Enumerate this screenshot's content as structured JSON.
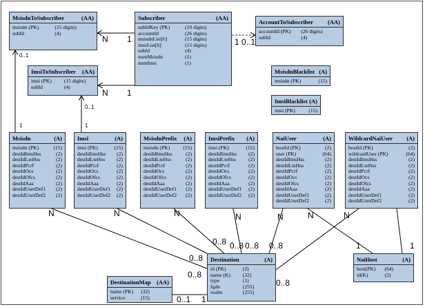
{
  "entities": {
    "msisdnToSubscriber": {
      "name": "MsisdnToSubscriber",
      "tag": "(AA)",
      "fields": [
        [
          "msisdn (PK)",
          "(15 digits)"
        ],
        [
          "subId",
          "(4)"
        ]
      ]
    },
    "subscriber": {
      "name": "Subscriber",
      "tag": "(AA)",
      "fields": [
        [
          "subIdKey (PK)",
          "(10 digits)"
        ],
        [
          "accountId",
          "(26 digits)"
        ],
        [
          "msisdnList[6]",
          "(15 digits)"
        ],
        [
          "imsiList[6]",
          "(15 digits)"
        ],
        [
          "subId",
          "(4)"
        ],
        [
          "numMsisdn",
          "(1)"
        ],
        [
          "numImsi",
          "(1)"
        ]
      ]
    },
    "accountToSubscriber": {
      "name": "AccountToSubscriber",
      "tag": "(AA)",
      "fields": [
        [
          "accountId (PK)",
          "(26 digits)"
        ],
        [
          "subId",
          "(4)"
        ]
      ]
    },
    "imsiToSubscriber": {
      "name": "ImsiToSubscriber",
      "tag": "(AA)",
      "fields": [
        [
          "imsi (PK)",
          "(15 digits)"
        ],
        [
          "subId",
          "(4)"
        ]
      ]
    },
    "msisdnBlacklist": {
      "name": "MsisdnBlacklist",
      "tag": "(A)",
      "fields": [
        [
          "msisdn (PK)",
          "(15)"
        ]
      ]
    },
    "imsiBlacklist": {
      "name": "ImsiBlacklist",
      "tag": "(A)",
      "fields": [
        [
          "imsi (PK)",
          "(15)"
        ]
      ]
    },
    "msisdn": {
      "name": "Msisdn",
      "tag": "(A)",
      "fields": [
        [
          "msisdn (PK)",
          "(15)"
        ],
        [
          "destIdImsHss",
          "(2)"
        ],
        [
          "destIdLteHss",
          "(2)"
        ],
        [
          "destIdPcrf",
          "(2)"
        ],
        [
          "destIdOcs",
          "(2)"
        ],
        [
          "destIdOfcs",
          "(2)"
        ],
        [
          "destIdAaa",
          "(2)"
        ],
        [
          "destIdUserDef1",
          "(2)"
        ],
        [
          "destIdUserDef2",
          "(2)"
        ]
      ]
    },
    "imsi": {
      "name": "Imsi",
      "tag": "(A)",
      "fields": [
        [
          "imsi (PK)",
          "(15)"
        ],
        [
          "destIdImsHss",
          "(2)"
        ],
        [
          "destIdLteHss",
          "(2)"
        ],
        [
          "destIdPcrf",
          "(2)"
        ],
        [
          "destIdOcs",
          "(2)"
        ],
        [
          "destIdOfcs",
          "(2)"
        ],
        [
          "destIdAaa",
          "(2)"
        ],
        [
          "destIdUserDef1",
          "(2)"
        ],
        [
          "destIdUserDef2",
          "(2)"
        ]
      ]
    },
    "msisdnPrefix": {
      "name": "MsisdnPrefix",
      "tag": "(A)",
      "fields": [
        [
          "msisdn (PK)",
          "(15)"
        ],
        [
          "destIdImsHss",
          "(2)"
        ],
        [
          "destIdLteHss",
          "(2)"
        ],
        [
          "destIdPcrf",
          "(2)"
        ],
        [
          "destIdOcs",
          "(2)"
        ],
        [
          "destIdOfcs",
          "(2)"
        ],
        [
          "destIdAaa",
          "(2)"
        ],
        [
          "destIdUserDef1",
          "(2)"
        ],
        [
          "destIdUserDef2",
          "(2)"
        ]
      ]
    },
    "imsiPrefix": {
      "name": "ImsiPrefix",
      "tag": "(A)",
      "fields": [
        [
          "imsi (PK)",
          "(15)"
        ],
        [
          "destIdImsHss",
          "(2)"
        ],
        [
          "destIdLteHss",
          "(2)"
        ],
        [
          "destIdPcrf",
          "(2)"
        ],
        [
          "destIdOcs",
          "(2)"
        ],
        [
          "destIdOfcs",
          "(2)"
        ],
        [
          "destIdAaa",
          "(2)"
        ],
        [
          "destIdUserDef1",
          "(2)"
        ],
        [
          "destIdUserDef2",
          "(2)"
        ]
      ]
    },
    "naiUser": {
      "name": "NaiUser",
      "tag": "(A)",
      "fields": [
        [
          "hostId (PK)",
          "(2)"
        ],
        [
          "user (PK)",
          "(64)"
        ],
        [
          "destIdImsHss",
          "(2)"
        ],
        [
          "destIdLteHss",
          "(2)"
        ],
        [
          "destIdPcrf",
          "(2)"
        ],
        [
          "destIdOcs",
          "(2)"
        ],
        [
          "destIdOfcs",
          "(2)"
        ],
        [
          "destIdAaa",
          "(2)"
        ],
        [
          "destIdUserDef1",
          "(2)"
        ],
        [
          "destIdUserDef2",
          "(2)"
        ]
      ]
    },
    "wildcardNaiUser": {
      "name": "WildcardNaiUser",
      "tag": "(A)",
      "fields": [
        [
          "hostId (PK)",
          "(2)"
        ],
        [
          "wildcardUser (PK)",
          "(64)"
        ],
        [
          "destIdImsHss",
          "(2)"
        ],
        [
          "destIdLteHss",
          "(2)"
        ],
        [
          "destIdPcrf",
          "(2)"
        ],
        [
          "destIdOcs",
          "(2)"
        ],
        [
          "destIdOfcs",
          "(2)"
        ],
        [
          "destIdAaa",
          "(2)"
        ],
        [
          "destIdUserDef1",
          "(2)"
        ],
        [
          "destIdUserDef2",
          "(2)"
        ]
      ]
    },
    "destination": {
      "name": "Destination",
      "tag": "(A)",
      "fields": [
        [
          "id (PK)",
          "(2)"
        ],
        [
          "name (K)",
          "(32)"
        ],
        [
          "type",
          "(1)"
        ],
        [
          "fqdn",
          "(255)"
        ],
        [
          "realm",
          "(255)"
        ]
      ]
    },
    "naiHost": {
      "name": "NaiHost",
      "tag": "(A)",
      "fields": [
        [
          "host(PK)",
          "(64)"
        ],
        [
          "id(K)",
          "(2)"
        ]
      ]
    },
    "destinationMap": {
      "name": "DestinationMap",
      "tag": "(AA)",
      "fields": [
        [
          "name (PK)",
          "(32)"
        ],
        [
          "service",
          "(15)"
        ]
      ]
    }
  },
  "labels": {
    "sub_msisdnTo_N": "N",
    "sub_msisdnTo_1": "1",
    "sub_account_1": "1",
    "sub_account_01": "0..1",
    "sub_imsiTo_N": "N",
    "sub_imsiTo_1": "1",
    "msisdnTo_01": "0..1",
    "msisdn_1": "1",
    "imsiTo_01": "0..1",
    "imsi_1": "1",
    "msisdn_N": "N",
    "imsi_N": "N",
    "msisdnPrefix_N": "N",
    "imsiPrefix_N": "N",
    "naiUser_N": "N",
    "wildcard_N": "N",
    "naiHost_1a": "1",
    "naiHost_1b": "1",
    "dest_08_a": "0..8",
    "dest_08_b": "0..8",
    "dest_08_c": "0..8",
    "dest_08_d": "0..8",
    "dest_08_e": "0..8",
    "dest_08_f": "0..8",
    "dest_08_g": "0..8",
    "dest_1": "1",
    "destMap_01": "0..1"
  }
}
